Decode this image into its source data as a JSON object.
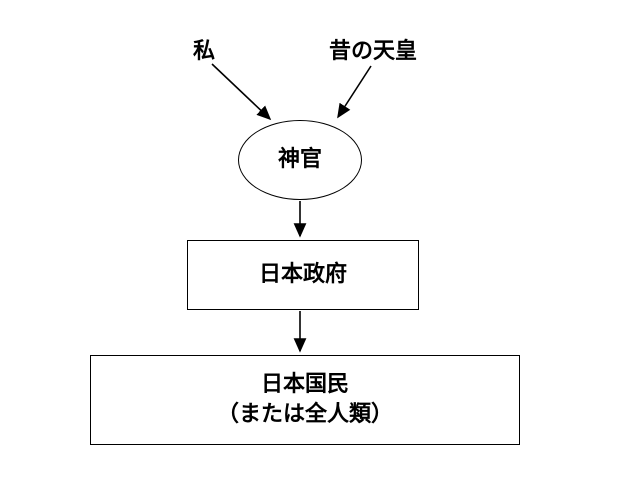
{
  "diagram": {
    "type": "flowchart",
    "background_color": "#ffffff",
    "line_color": "#000000",
    "nodes": {
      "watashi": {
        "label": "私",
        "shape": "text"
      },
      "old_emperor": {
        "label": "昔の天皇",
        "shape": "text"
      },
      "priest": {
        "label": "神官",
        "shape": "ellipse"
      },
      "government": {
        "label": "日本政府",
        "shape": "rectangle"
      },
      "citizens": {
        "label_line1": "日本国民",
        "label_line2": "（または全人類）",
        "shape": "rectangle"
      }
    },
    "edges": [
      {
        "from": "watashi",
        "to": "priest",
        "style": "arrow"
      },
      {
        "from": "old_emperor",
        "to": "priest",
        "style": "arrow"
      },
      {
        "from": "priest",
        "to": "government",
        "style": "arrow"
      },
      {
        "from": "government",
        "to": "citizens",
        "style": "arrow"
      }
    ]
  }
}
